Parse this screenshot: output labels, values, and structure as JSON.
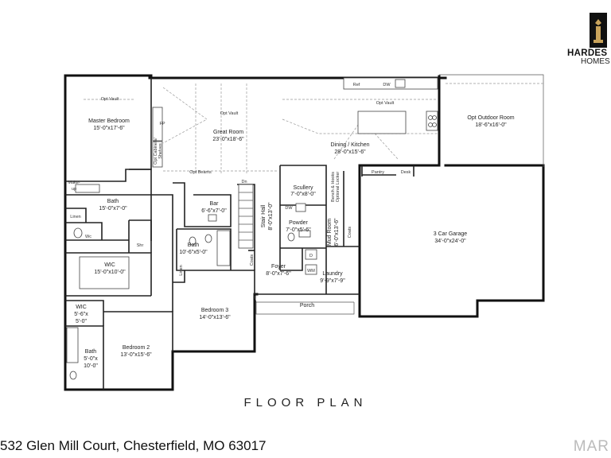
{
  "brand": {
    "name": "HARDES",
    "sub": "HOMES"
  },
  "caption": "FLOOR PLAN",
  "address": "532 Glen Mill Court, Chesterfield, MO 63017",
  "watermark": "MAR",
  "rooms": {
    "master_bedroom": {
      "name": "Master Bedroom",
      "dims": "15'-0\"x17'-6\""
    },
    "great_room": {
      "name": "Great Room",
      "dims": "23'-0\"x18'-6\""
    },
    "dining_kitchen": {
      "name": "Dining / Kitchen",
      "dims": "28'-0\"x15'-6\""
    },
    "outdoor_room": {
      "name": "Opt Outdoor Room",
      "dims": "18'-6\"x16'-0\""
    },
    "bath_master": {
      "name": "Bath",
      "dims": "15'-0\"x7'-0\""
    },
    "bar": {
      "name": "Bar",
      "dims": "6'-6\"x7'-0\""
    },
    "scullery": {
      "name": "Scullery",
      "dims": "7'-0\"x8'-0\""
    },
    "powder": {
      "name": "Powder",
      "dims": "7'-0\"x5'-6\""
    },
    "stair_hall": {
      "name": "Stair Hall",
      "dims": "8'-0\"x13'-0\""
    },
    "mud_room": {
      "name": "Mud Room",
      "dims": "6'-0\"x13'-6\""
    },
    "garage": {
      "name": "3 Car Garage",
      "dims": "34'-0\"x24'-0\""
    },
    "wic_master": {
      "name": "WIC",
      "dims": "15'-0\"x10'-0\""
    },
    "bath_hall": {
      "name": "Bath",
      "dims": "10'-6\"x5'-0\""
    },
    "foyer": {
      "name": "Foyer",
      "dims": "8'-0\"x7'-6\""
    },
    "laundry": {
      "name": "Laundry",
      "dims": "9'-9\"x7'-9\""
    },
    "bedroom3": {
      "name": "Bedroom 3",
      "dims": "14'-0\"x13'-6\""
    },
    "wic_small": {
      "name": "WIC",
      "dims": "5'-6\"x",
      "dims2": "5'-0\""
    },
    "bath_small": {
      "name": "Bath",
      "dims": "5'-0\"x",
      "dims2": "10'-0\""
    },
    "bedroom2": {
      "name": "Bedroom 2",
      "dims": "13'-0\"x15'-6\""
    }
  },
  "labels": {
    "opt_vault": "Opt Vault",
    "fp": "FP",
    "opt_cabinets": "Opt Cabinets/",
    "shelves": "Shelves",
    "opt_beams": "Opt Beams",
    "dn": "Dn",
    "ref": "Ref",
    "dw": "DW",
    "pantry": "Pantry",
    "desk": "Desk",
    "bench_hooks": "Bench & Hooks",
    "optional_locker": "Optional Locker",
    "coats": "Coats",
    "makeup": "Make-",
    "makeup2": "up",
    "linen": "Linen",
    "wc": "Wc",
    "shr": "Shr",
    "d": "D",
    "wm": "WM",
    "porch": "Porch"
  }
}
